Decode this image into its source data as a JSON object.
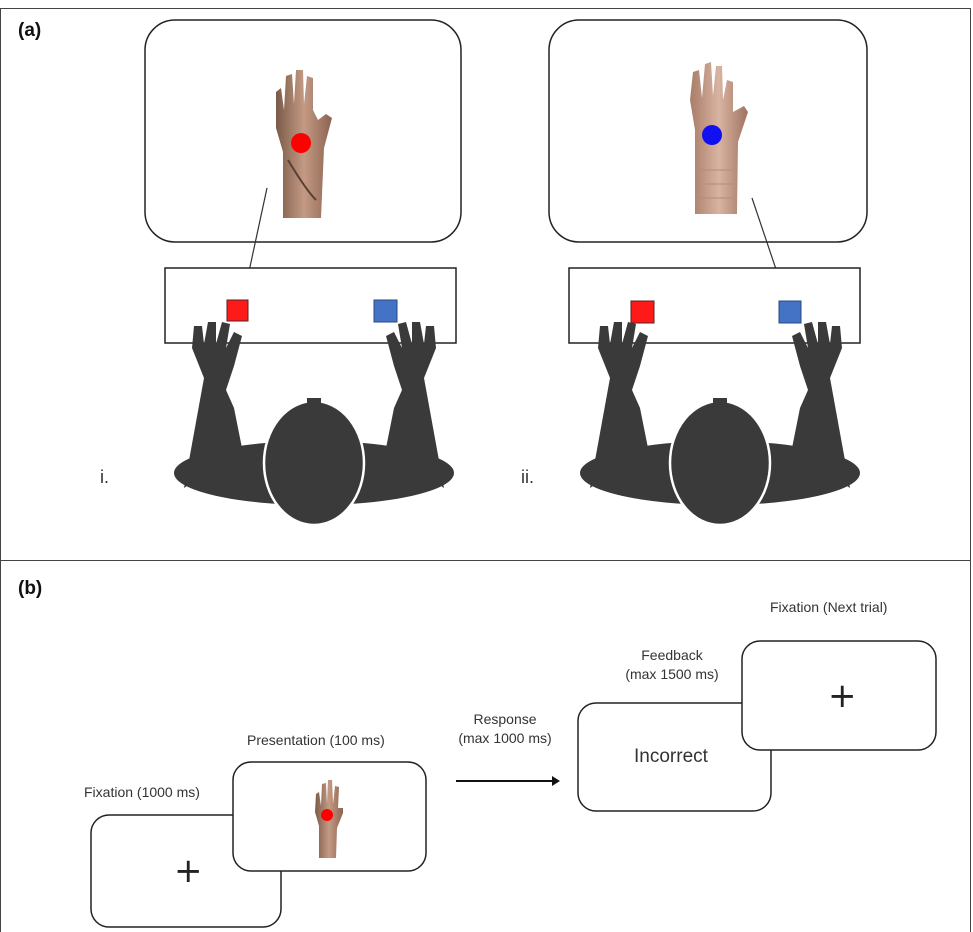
{
  "panel_a": {
    "label": "(a)",
    "scenes": [
      {
        "label": "i.",
        "stimulus_dot_color": "#ff0000",
        "view": "back-of-hand"
      },
      {
        "label": "ii.",
        "stimulus_dot_color": "#1010f0",
        "view": "palm"
      }
    ],
    "colors": {
      "red_key": "#ff1a1a",
      "blue_key": "#4472c4",
      "silhouette": "#3a3a3a"
    }
  },
  "panel_b": {
    "label": "(b)",
    "stages": {
      "fixation": "Fixation (1000 ms)",
      "presentation": "Presentation (100 ms)",
      "response_line1": "Response",
      "response_line2": "(max 1000 ms)",
      "feedback_line1": "Feedback",
      "feedback_line2": "(max 1500 ms)",
      "next_fixation": "Fixation (Next trial)"
    },
    "feedback_text": "Incorrect",
    "fixation_symbol": "+"
  }
}
